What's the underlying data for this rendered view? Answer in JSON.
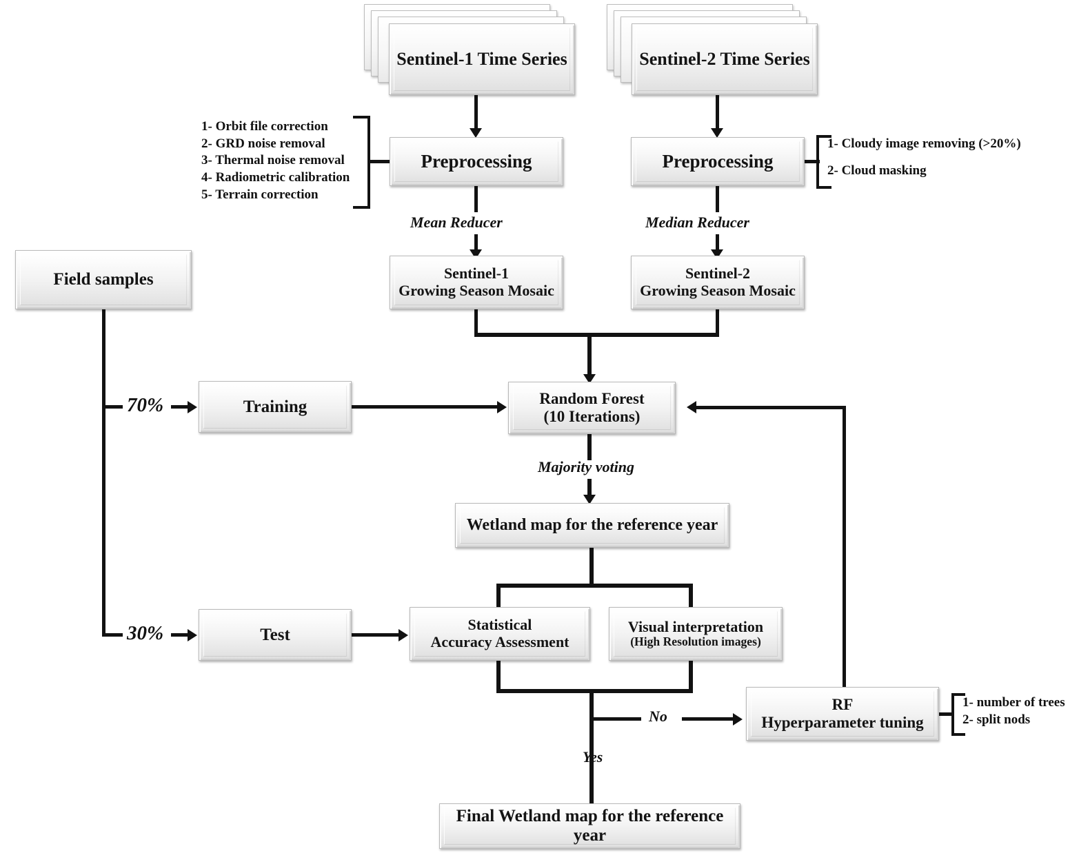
{
  "diagram": {
    "title": "Wetland mapping workflow flowchart",
    "nodes": {
      "s1_series": "Sentinel-1 Time Series",
      "s2_series": "Sentinel-2 Time Series",
      "preprocessing_s1": "Preprocessing",
      "preprocessing_s2": "Preprocessing",
      "s1_mosaic_line1": "Sentinel-1",
      "s1_mosaic_line2": "Growing Season Mosaic",
      "s2_mosaic_line1": "Sentinel-2",
      "s2_mosaic_line2": "Growing Season Mosaic",
      "field_samples": "Field samples",
      "training": "Training",
      "test": "Test",
      "random_forest_line1": "Random Forest",
      "random_forest_line2": "(10 Iterations)",
      "wetland_map": "Wetland map for the reference year",
      "statistical_line1": "Statistical",
      "statistical_line2": "Accuracy Assessment",
      "visual_line1": "Visual interpretation",
      "visual_line2": "(High Resolution images)",
      "rf_tuning_line1": "RF",
      "rf_tuning_line2": "Hyperparameter tuning",
      "final_map": "Final Wetland map for the reference year"
    },
    "edge_labels": {
      "mean_reducer": "Mean Reducer",
      "median_reducer": "Median Reducer",
      "majority_voting": "Majority voting",
      "split_training": "70%",
      "split_test": "30%",
      "decision_no": "No",
      "decision_yes": "Yes"
    },
    "annotations": {
      "s1_preprocessing_steps": [
        "1- Orbit file correction",
        "2- GRD noise removal",
        "3- Thermal noise removal",
        "4- Radiometric calibration",
        "5- Terrain correction"
      ],
      "s2_preprocessing_steps": [
        "1- Cloudy image removing (>20%)",
        "2- Cloud masking"
      ],
      "rf_tuning_params": [
        "1- number of trees",
        "2- split nods"
      ]
    },
    "colors": {
      "line": "#121212",
      "box_fill_top": "#ffffff",
      "box_fill_bottom": "#dedede",
      "box_border": "#b9b9b9",
      "text": "#141414",
      "background": "#ffffff"
    }
  }
}
